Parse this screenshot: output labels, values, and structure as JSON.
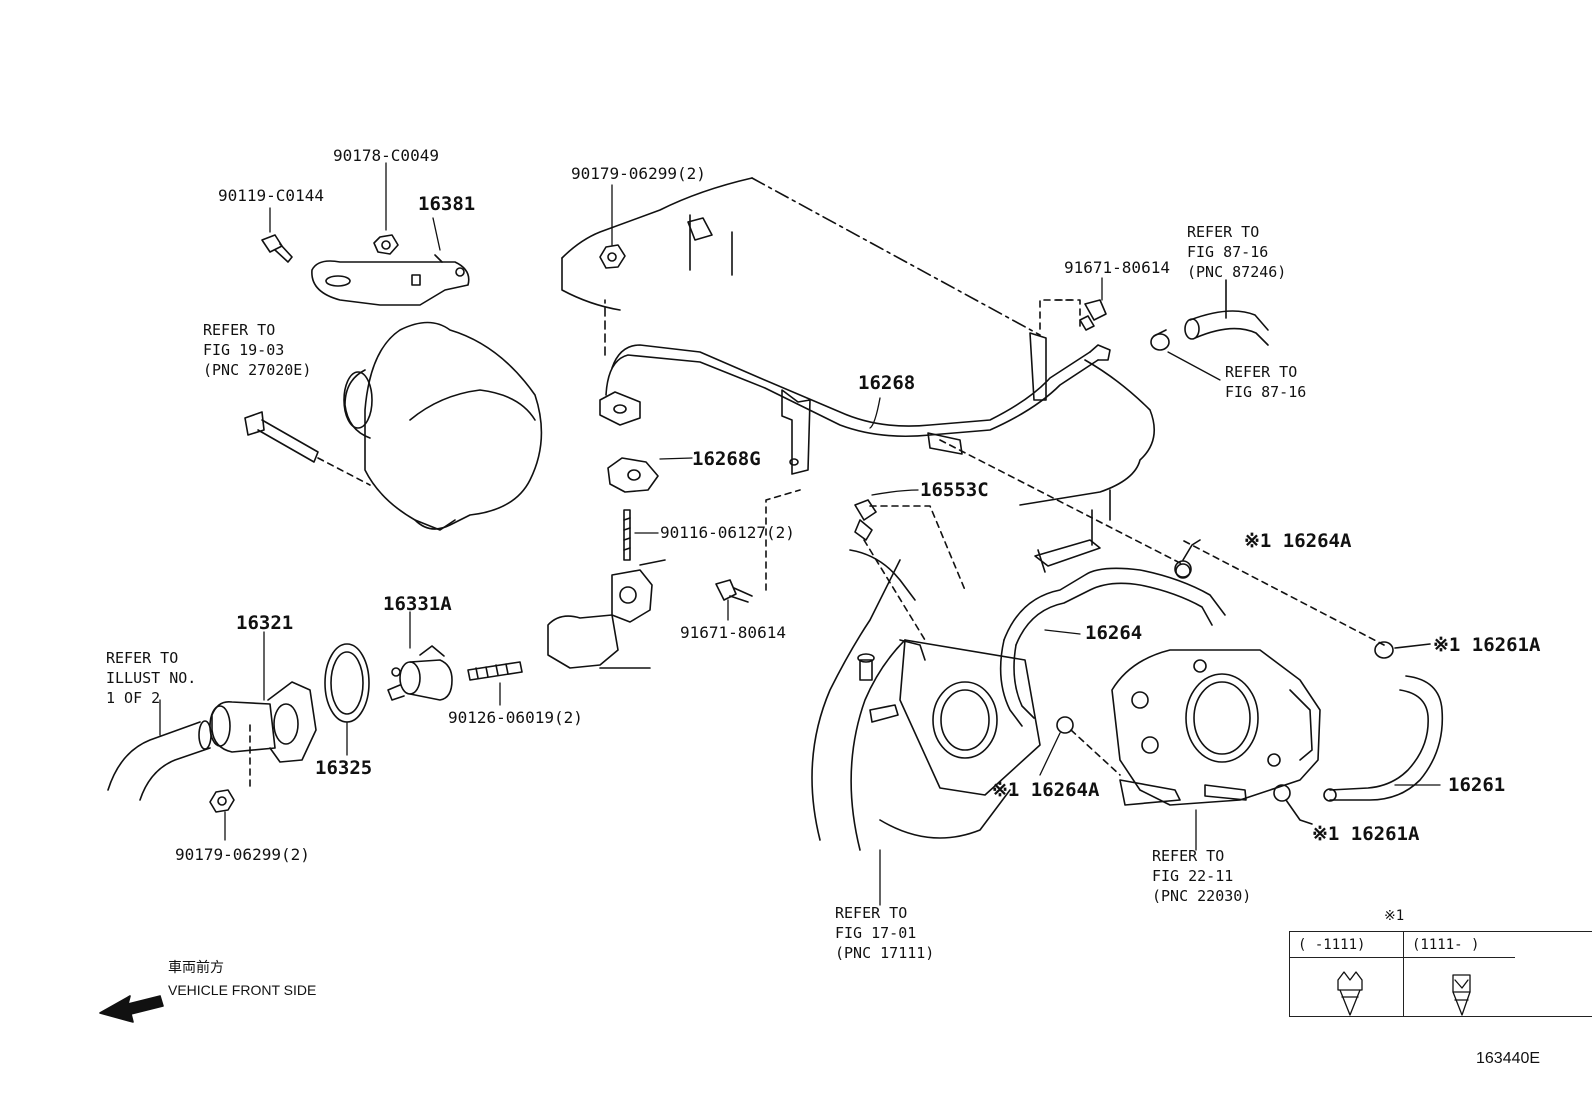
{
  "labels": {
    "p90178": "90178-C0049",
    "p90119": "90119-C0144",
    "p16381": "16381",
    "p90179a": "90179-06299(2)",
    "p91671a": "91671-80614",
    "p16268": "16268",
    "p16268g": "16268G",
    "p16553c": "16553C",
    "p90116": "90116-06127(2)",
    "p91671b": "91671-80614",
    "p16264a_top": "※1 16264A",
    "p16264": "16264",
    "p16261a_top": "※1 16261A",
    "p16261": "16261",
    "p16264a_bot": "※1 16264A",
    "p16261a_bot": "※1 16261A",
    "p16321": "16321",
    "p16331a": "16331A",
    "p16325": "16325",
    "p90126": "90126-06019(2)",
    "p90179b": "90179-06299(2)",
    "ref_fig19": "REFER TO\nFIG 19-03\n(PNC 27020E)",
    "ref_fig87_a": "REFER TO\nFIG 87-16\n(PNC 87246)",
    "ref_fig87_b": "REFER TO\nFIG 87-16",
    "ref_illust": "REFER TO\nILLUST NO.\n1 OF 2",
    "ref_fig22": "REFER TO\nFIG 22-11\n(PNC 22030)",
    "ref_fig17": "REFER TO\nFIG 17-01\n(PNC 17111)",
    "front_jp": "車両前方",
    "front_en": "VEHICLE FRONT SIDE",
    "figure_id": "163440E"
  },
  "legend": {
    "mark": "※1",
    "col1": "(      -1111)",
    "col2": "(1111-      )"
  }
}
